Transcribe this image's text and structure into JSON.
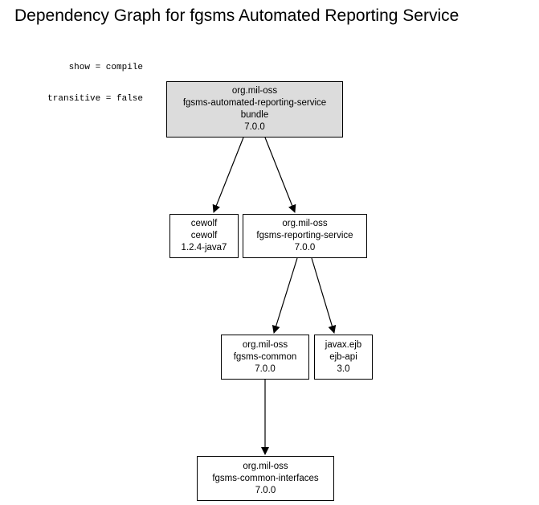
{
  "title": "Dependency Graph for fgsms Automated Reporting Service",
  "legend": {
    "show": "show = compile",
    "transitive": "transitive = false"
  },
  "colors": {
    "root_fill": "#dcdcdc",
    "node_fill": "#ffffff",
    "stroke": "#000000"
  },
  "nodes": {
    "root": {
      "group": "org.mil-oss",
      "artifact": "fgsms-automated-reporting-service",
      "packaging": "bundle",
      "version": "7.0.0"
    },
    "cewolf": {
      "group": "cewolf",
      "artifact": "cewolf",
      "version": "1.2.4-java7"
    },
    "reporting": {
      "group": "org.mil-oss",
      "artifact": "fgsms-reporting-service",
      "version": "7.0.0"
    },
    "common": {
      "group": "org.mil-oss",
      "artifact": "fgsms-common",
      "version": "7.0.0"
    },
    "ejb": {
      "group": "javax.ejb",
      "artifact": "ejb-api",
      "version": "3.0"
    },
    "interfaces": {
      "group": "org.mil-oss",
      "artifact": "fgsms-common-interfaces",
      "version": "7.0.0"
    }
  },
  "edges": [
    {
      "from": "root",
      "to": "cewolf"
    },
    {
      "from": "root",
      "to": "reporting"
    },
    {
      "from": "reporting",
      "to": "common"
    },
    {
      "from": "reporting",
      "to": "ejb"
    },
    {
      "from": "common",
      "to": "interfaces"
    }
  ]
}
